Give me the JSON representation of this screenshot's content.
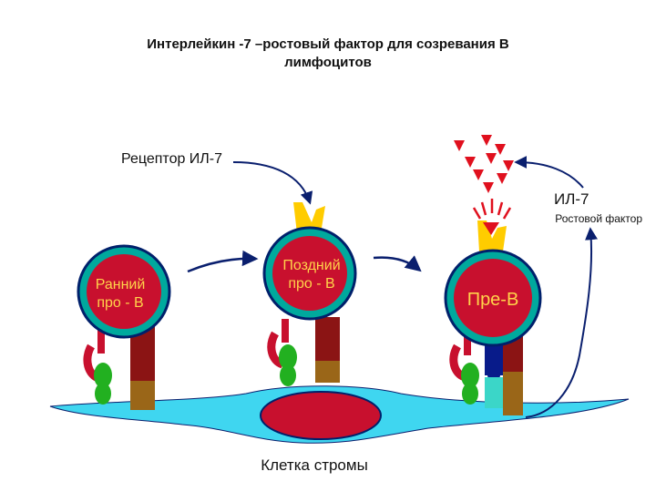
{
  "title": {
    "line1": "Интерлейкин -7 –ростовый фактор для созревания В",
    "line2": "лимфоцитов"
  },
  "labels": {
    "receptor": "Рецептор ИЛ-7",
    "il7": "ИЛ-7",
    "growth_factor": "Ростовой фактор",
    "stroma": "Клетка стромы"
  },
  "cells": [
    {
      "line1": "Ранний",
      "line2": "про - В"
    },
    {
      "line1": "Поздний",
      "line2": "про - В"
    },
    {
      "line1": "Пре-В",
      "line2": ""
    }
  ],
  "colors": {
    "cell_body": "#c8102e",
    "cell_ring": "#00a99d",
    "cell_outline": "#00206b",
    "cell_text": "#ffd34a",
    "stroma": "#3fd6f0",
    "receptor": "#ffcc00",
    "ligand": "#e0101e",
    "arrow": "#0a1f6e",
    "bar_dark": "#8b1414",
    "bar_brown": "#9a6618",
    "leaf_green": "#22b020",
    "pre_bcr": "#081b8a",
    "pre_bcr_cyan": "#3bd6c8"
  }
}
